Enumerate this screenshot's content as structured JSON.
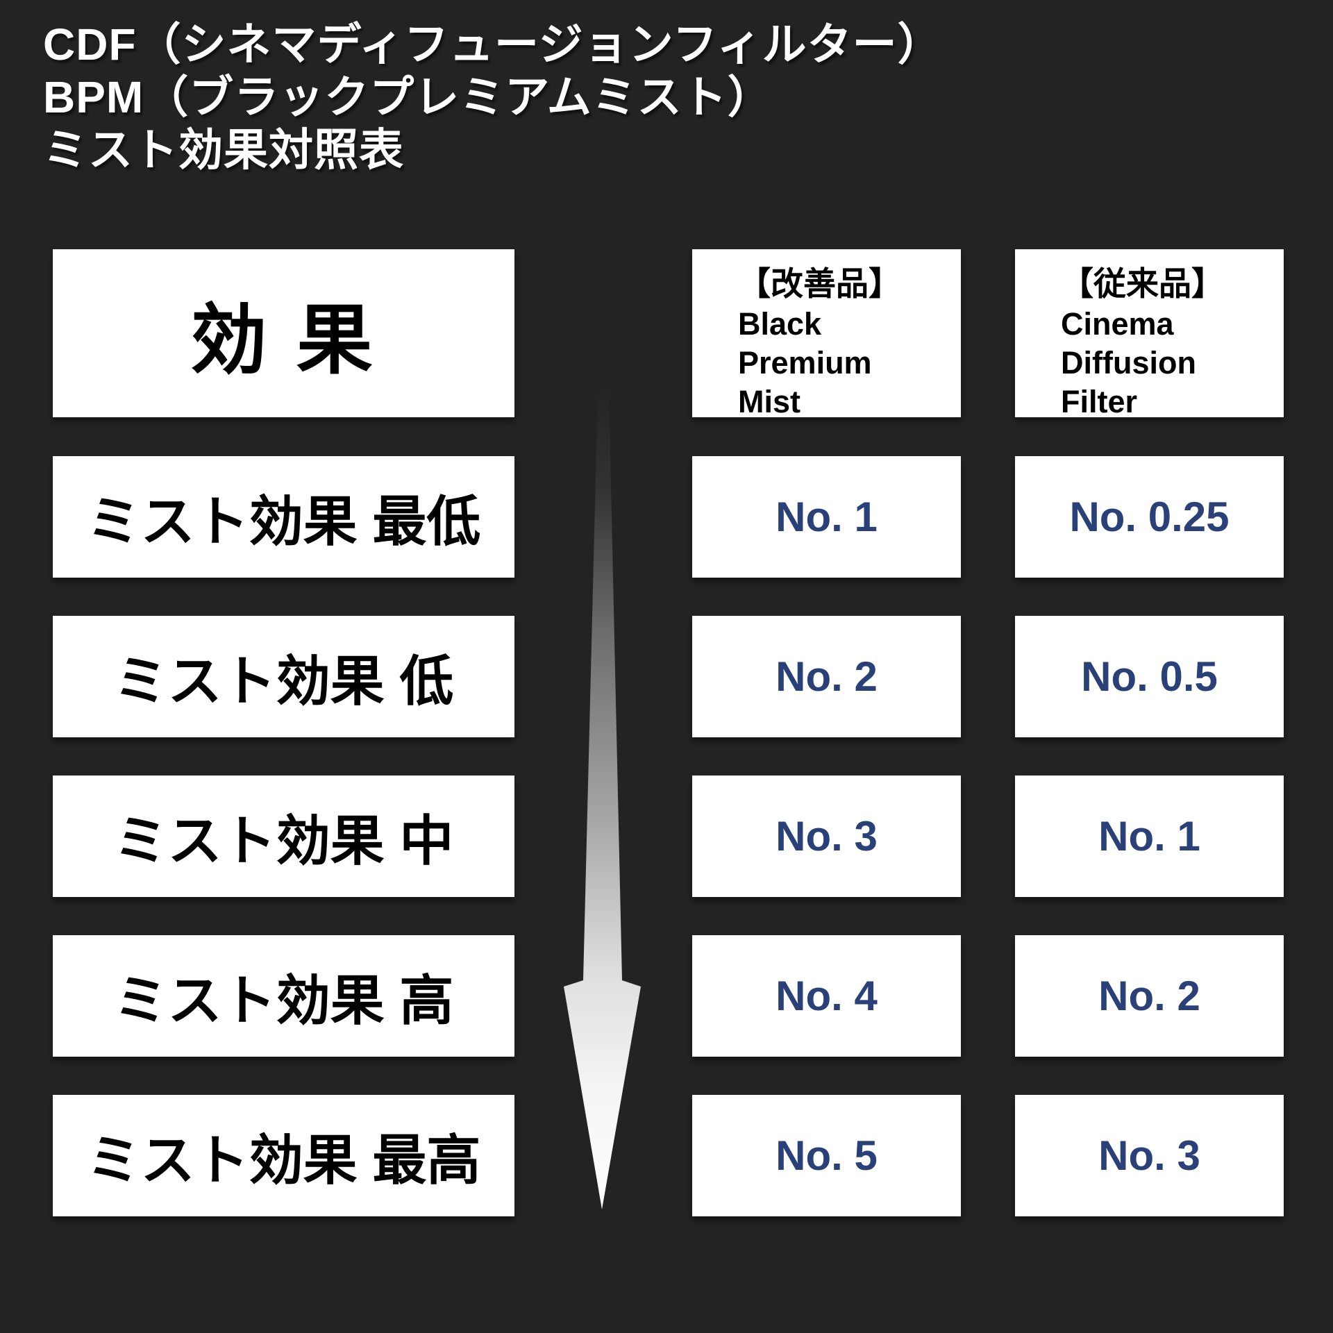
{
  "page": {
    "background": "#232323",
    "title_lines": [
      "CDF（シネマディフュージョンフィルター）",
      "BPM（ブラックプレミアムミスト）",
      "ミスト効果対照表"
    ]
  },
  "table": {
    "effect_header": "効 果",
    "columns": [
      {
        "tag": "【改善品】",
        "name_lines": [
          "Black",
          "Premium",
          "Mist"
        ]
      },
      {
        "tag": "【従来品】",
        "name_lines": [
          "Cinema",
          "Diffusion",
          "Filter"
        ]
      }
    ],
    "rows": [
      {
        "label": "ミスト効果 最低",
        "bpm": "No. 1",
        "cdf": "No. 0.25"
      },
      {
        "label": "ミスト効果 低",
        "bpm": "No. 2",
        "cdf": "No. 0.5"
      },
      {
        "label": "ミスト効果 中",
        "bpm": "No. 3",
        "cdf": "No. 1"
      },
      {
        "label": "ミスト効果 高",
        "bpm": "No. 4",
        "cdf": "No. 2"
      },
      {
        "label": "ミスト効果 最高",
        "bpm": "No. 5",
        "cdf": "No. 3"
      }
    ]
  },
  "arrow": {
    "direction": "down",
    "meaning_hint": "mist effect increases downward"
  },
  "colors": {
    "background": "#232323",
    "box_background": "#ffffff",
    "label_text": "#000000",
    "value_text": "#2a4078",
    "title_text": "#ffffff",
    "arrow_gradient_top": "#242424",
    "arrow_gradient_bottom": "#ffffff"
  },
  "chart_data": {
    "type": "table",
    "title": "CDF（シネマディフュージョンフィルター）BPM（ブラックプレミアムミスト）ミスト効果対照表",
    "columns": [
      "効果",
      "【改善品】Black Premium Mist",
      "【従来品】Cinema Diffusion Filter"
    ],
    "rows": [
      [
        "ミスト効果 最低",
        "No. 1",
        "No. 0.25"
      ],
      [
        "ミスト効果 低",
        "No. 2",
        "No. 0.5"
      ],
      [
        "ミスト効果 中",
        "No. 3",
        "No. 1"
      ],
      [
        "ミスト効果 高",
        "No. 4",
        "No. 2"
      ],
      [
        "ミスト効果 最高",
        "No. 5",
        "No. 3"
      ]
    ],
    "layout_hints": {
      "background": "dark",
      "effect_axis_arrow": "gradient arrow pointing down between label column and value columns",
      "value_text_color": "navy"
    }
  }
}
